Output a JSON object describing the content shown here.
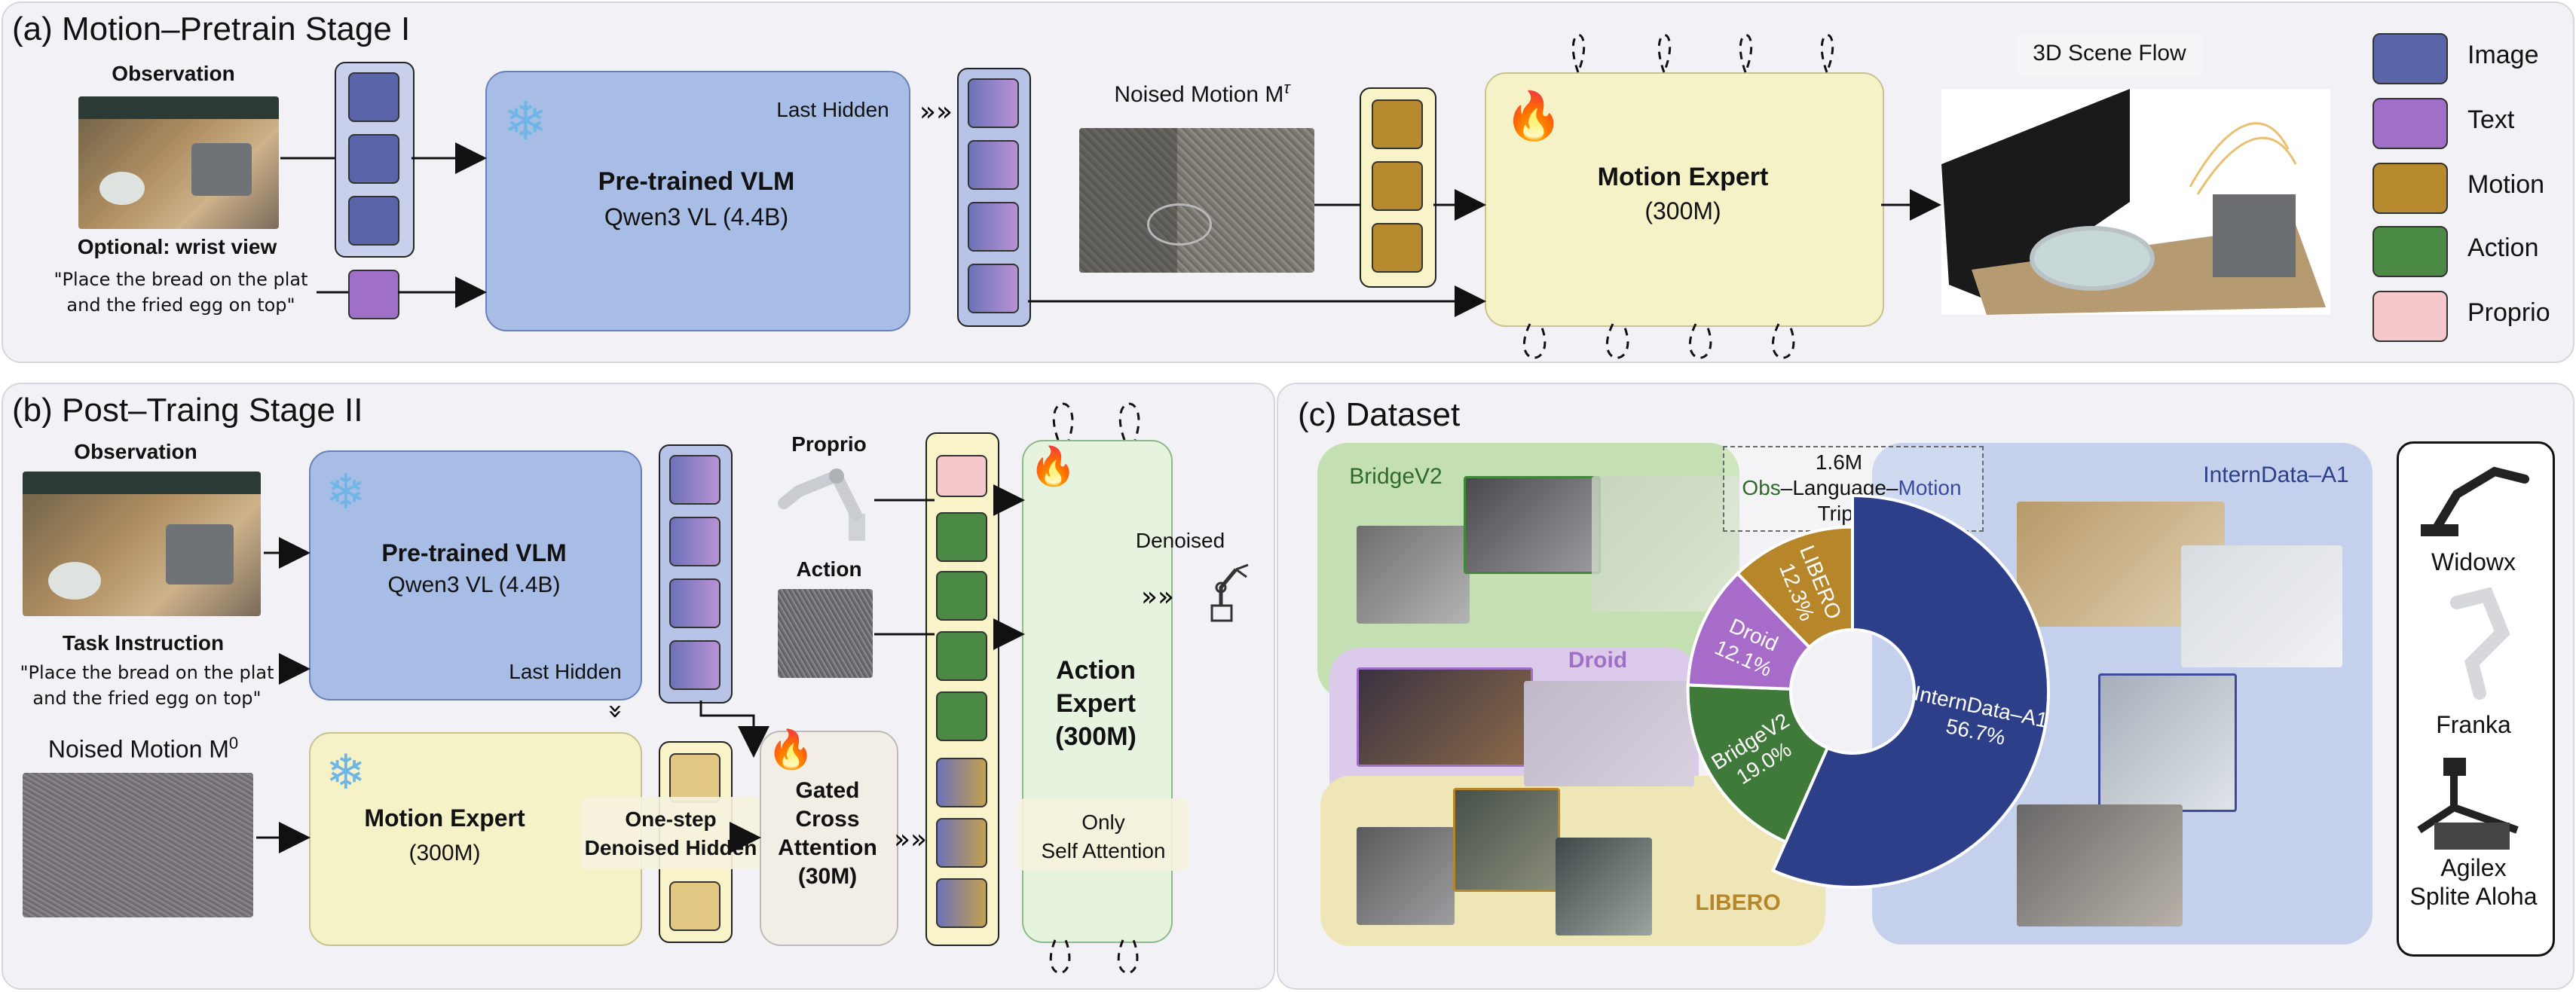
{
  "colors": {
    "image": "#5a64a8",
    "text": "#a070c8",
    "motion": "#b88a30",
    "action": "#4a8a44",
    "proprio": "#f6c8cc",
    "vlm": "#a8bde6",
    "motion_expert": "#f6f2c8",
    "internData": "#2e3f8a",
    "bridge": "#3f7a3a",
    "droid": "#a76cc9",
    "libero": "#b8862a"
  },
  "panel_a": {
    "title": "(a) Motion–Pretrain Stage I",
    "observation": "Observation",
    "wrist": "Optional: wrist view",
    "instruction_l1": "\"Place the bread on the plat",
    "instruction_l2": "and the fried egg on top\"",
    "vlm_title": "Pre-trained VLM",
    "vlm_sub": "Qwen3 VL (4.4B)",
    "last_hidden": "Last Hidden",
    "noised_motion": "Noised Motion M",
    "noised_sup": "τ",
    "expert_title": "Motion Expert",
    "expert_sub": "(300M)",
    "scene_flow": "3D Scene Flow"
  },
  "legend": [
    {
      "label": "Image",
      "icon": "image-swatch"
    },
    {
      "label": "Text",
      "icon": "text-swatch"
    },
    {
      "label": "Motion",
      "icon": "motion-swatch"
    },
    {
      "label": "Action",
      "icon": "action-swatch"
    },
    {
      "label": "Proprio",
      "icon": "proprio-swatch"
    }
  ],
  "panel_b": {
    "title": "(b) Post–Traing Stage II",
    "observation": "Observation",
    "task": "Task Instruction",
    "instruction_l1": "\"Place the bread on the plat",
    "instruction_l2": "and the fried egg on top\"",
    "noised_motion": "Noised Motion M",
    "noised_sup": "0",
    "vlm_title": "Pre-trained VLM",
    "vlm_sub": "Qwen3 VL (4.4B)",
    "last_hidden": "Last Hidden",
    "expert_title": "Motion Expert",
    "expert_sub": "(300M)",
    "onestep_l1": "One-step",
    "onestep_l2": "Denoised Hidden",
    "gated_l1": "Gated",
    "gated_l2": "Cross",
    "gated_l3": "Attention",
    "gated_l4": "(30M)",
    "proprio": "Proprio",
    "action": "Action",
    "action_exp_l1": "Action",
    "action_exp_l2": "Expert",
    "action_exp_l3": "(300M)",
    "only_l1": "Only",
    "only_l2": "Self Attention",
    "denoised": "Denoised"
  },
  "panel_c": {
    "title": "(c) Dataset",
    "bridge": "BridgeV2",
    "droid": "Droid",
    "libero": "LIBERO",
    "intern": "InternData–A1",
    "triplets_count": "1.6M",
    "triplets_obs": "Obs",
    "triplets_sep1": "–Language–",
    "triplets_motion": "Motion",
    "triplets_word": "Triplets",
    "robots": [
      "Widowx",
      "Franka",
      "Agilex",
      "Splite Aloha"
    ]
  },
  "chart_data": {
    "type": "pie",
    "donut": true,
    "categories": [
      "InternData–A1",
      "BridgeV2",
      "Droid",
      "LIBERO"
    ],
    "values": [
      56.7,
      19.0,
      12.1,
      12.3
    ],
    "labels": [
      "56.7%",
      "19.0%",
      "12.1%",
      "12.3%"
    ],
    "colors": [
      "#2e3f8a",
      "#3f7a3a",
      "#a76cc9",
      "#b8862a"
    ]
  }
}
